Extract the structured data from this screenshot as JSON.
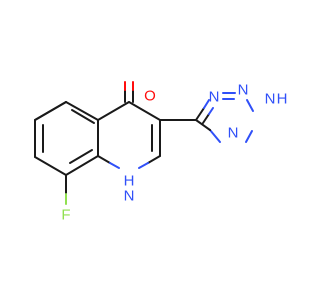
{
  "molecule": {
    "atoms": {
      "O": {
        "text": "O",
        "color": "#ff0d0d"
      },
      "N_tz1": {
        "text": "N",
        "color": "#3050f8"
      },
      "N_tz2": {
        "text": "N",
        "color": "#3050f8"
      },
      "NH_tz": {
        "text": "N",
        "color": "#3050f8"
      },
      "H_tz": {
        "text": "H",
        "color": "#3050f8"
      },
      "N_tz4": {
        "text": "N",
        "color": "#3050f8"
      },
      "F": {
        "text": "F",
        "color": "#90e050"
      },
      "H_ring": {
        "text": "H",
        "color": "#3050f8"
      },
      "N_ring": {
        "text": "N",
        "color": "#3050f8"
      }
    }
  }
}
